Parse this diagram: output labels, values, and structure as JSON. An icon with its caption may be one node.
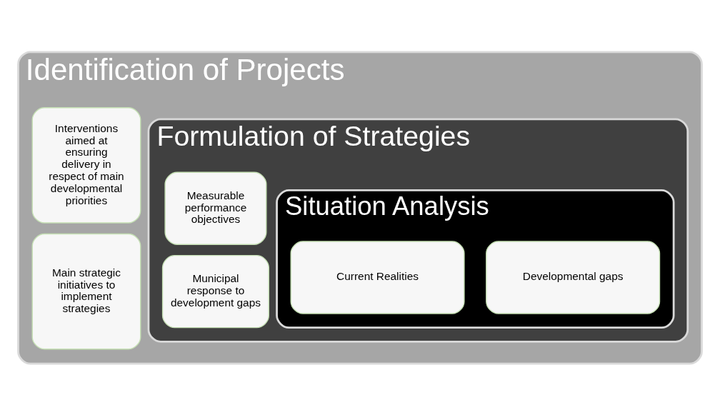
{
  "diagram": {
    "nodes": [
      {
        "text": [
          "Identification of Projects"
        ]
      },
      {
        "text": [
          "Main strategic initiatives to implement strategies"
        ],
        "in": 0
      },
      {
        "text": [
          "Interventions aimed at ensuring delivery in respect of main developmental priorities"
        ],
        "in": 0
      },
      {
        "text": [
          "Formulation of Strategies"
        ],
        "in": 0
      },
      {
        "text": [
          "Municipal response to development gaps"
        ],
        "in": 3
      },
      {
        "text": [
          "Measurable performance objectives"
        ],
        "in": 3
      },
      {
        "text": [
          "Situation Analysis"
        ],
        "in": 3
      },
      {
        "text": [
          "Current Realities"
        ],
        "in": 6
      },
      {
        "text": [
          "Developmental gaps"
        ],
        "in": 6
      }
    ]
  }
}
